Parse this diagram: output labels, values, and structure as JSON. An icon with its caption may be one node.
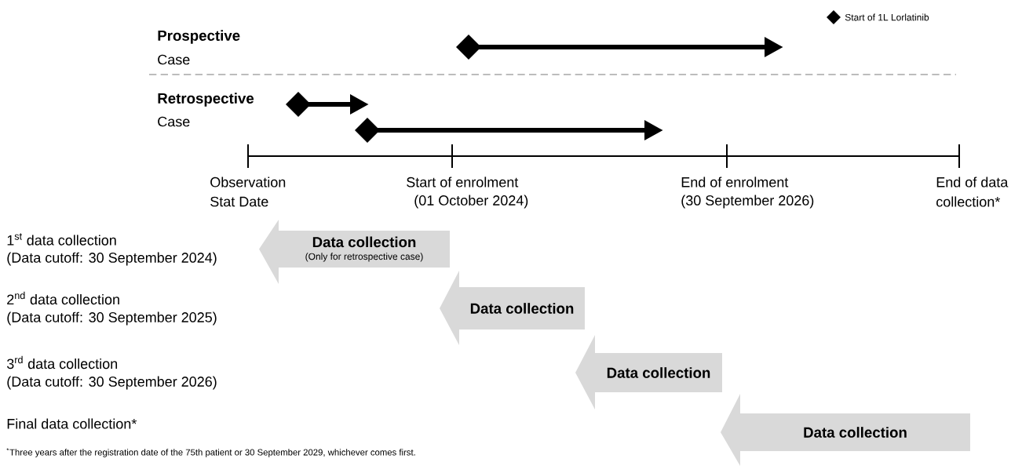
{
  "diagram": {
    "nodes": [
      {
        "text": [
          "Data collection",
          "(Only for retrospective case)"
        ]
      },
      {
        "text": [
          "Data collection"
        ]
      },
      {
        "text": [
          "Data collection"
        ]
      },
      {
        "text": [
          "Data collection"
        ]
      }
    ],
    "labels": [
      "Prospective",
      "Case",
      "Retrospective",
      "Case",
      "Observation",
      "Stat Date",
      "Start of enrolment",
      "(01 October 2024)",
      "End of enrolment",
      "(30 September 2026)",
      "End of data",
      "collection*",
      "1$^{st}$ data collection",
      "(Data cutoff: 30 September 2024)",
      "2$^{nd}$ data collection",
      "(Data cutoff: 30 September 2025)",
      "3$^{rd}$ data collection",
      "(Data cutoff: 30 September 2026)",
      "Final data collection*",
      "$^{*}$Three years after the registration date of the 75th patient or 30 September 2029, whichever comes first."
    ],
    "legend": [
      {
        "text": "Start of 1L Lorlatinib"
      }
    ]
  }
}
